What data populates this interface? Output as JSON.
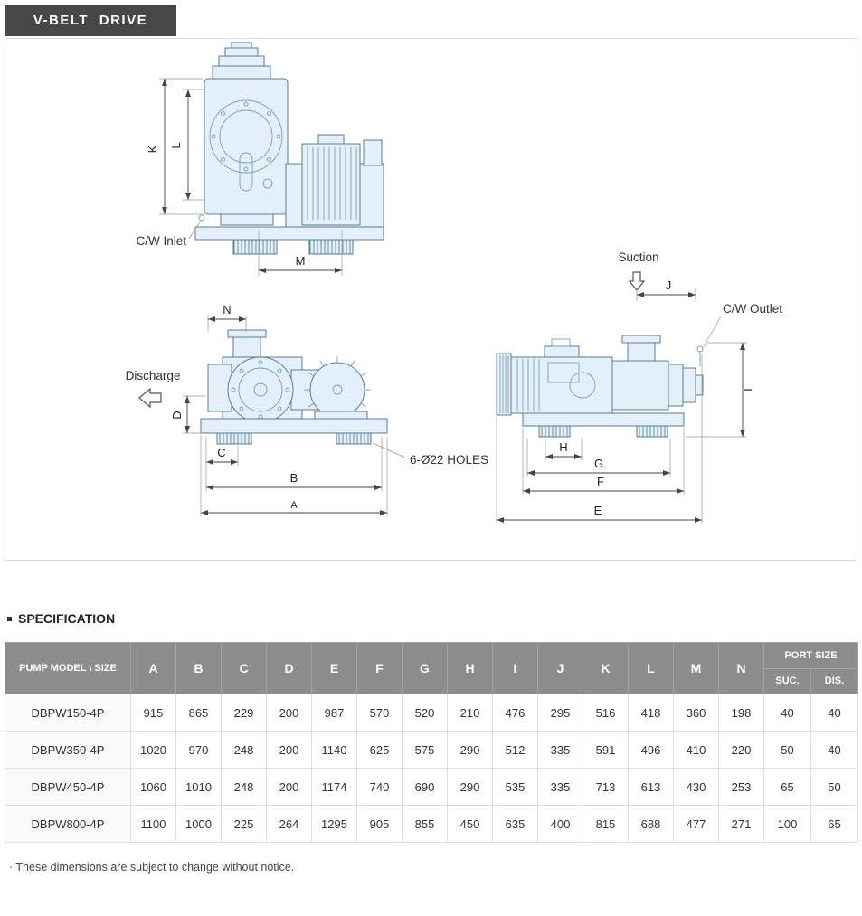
{
  "page": {
    "title": "V-BELT DRIVE",
    "footnote": "· These dimensions are subject to change without notice."
  },
  "colors": {
    "badge_bg": "#474747",
    "table_header_bg": "#8d8d8d",
    "drawing_fill": "#e3f0f9",
    "drawing_stroke": "#5a7c91"
  },
  "drawing": {
    "labels": {
      "k": "K",
      "l": "L",
      "m": "M",
      "n": "N",
      "c": "C",
      "b": "B",
      "a": "A",
      "d": "D",
      "e": "E",
      "f": "F",
      "g": "G",
      "h": "H",
      "i": "I",
      "j": "J",
      "cw_inlet": "C/W Inlet",
      "cw_outlet": "C/W Outlet",
      "discharge": "Discharge",
      "suction": "Suction",
      "holes": "6-Ø22 HOLES"
    }
  },
  "specification": {
    "heading": "SPECIFICATION",
    "table": {
      "model_header": "PUMP MODEL \\ SIZE",
      "dim_columns": [
        "A",
        "B",
        "C",
        "D",
        "E",
        "F",
        "G",
        "H",
        "I",
        "J",
        "K",
        "L",
        "M",
        "N"
      ],
      "port_size_header": "PORT SIZE",
      "port_columns": [
        "SUC.",
        "DIS."
      ],
      "rows": [
        {
          "model": "DBPW150-4P",
          "values": [
            915,
            865,
            229,
            200,
            987,
            570,
            520,
            210,
            476,
            295,
            516,
            418,
            360,
            198,
            40,
            40
          ]
        },
        {
          "model": "DBPW350-4P",
          "values": [
            1020,
            970,
            248,
            200,
            1140,
            625,
            575,
            290,
            512,
            335,
            591,
            496,
            410,
            220,
            50,
            40
          ]
        },
        {
          "model": "DBPW450-4P",
          "values": [
            1060,
            1010,
            248,
            200,
            1174,
            740,
            690,
            290,
            535,
            335,
            713,
            613,
            430,
            253,
            65,
            50
          ]
        },
        {
          "model": "DBPW800-4P",
          "values": [
            1100,
            1000,
            225,
            264,
            1295,
            905,
            855,
            450,
            635,
            400,
            815,
            688,
            477,
            271,
            100,
            65
          ]
        }
      ]
    }
  }
}
